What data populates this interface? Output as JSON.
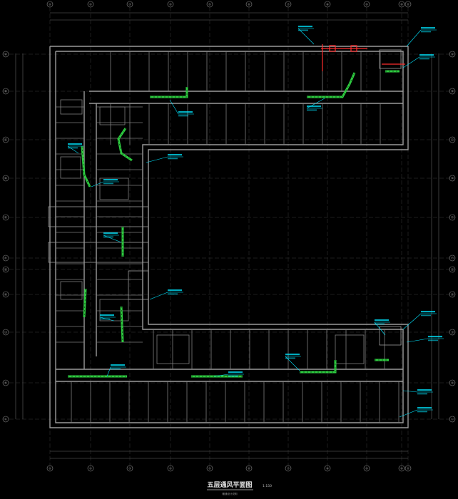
{
  "drawing": {
    "title": "五层通风平面图",
    "scale": "1:150",
    "subtitle": "暖通设计说明"
  },
  "grid": {
    "top_axes": [
      "①",
      "②",
      "③",
      "④",
      "⑤",
      "⑥",
      "⑦",
      "⑧",
      "⑨",
      "⑩",
      "⑪"
    ],
    "left_axes": [
      "Ⓐ",
      "Ⓑ",
      "Ⓒ",
      "Ⓓ",
      "Ⓔ",
      "Ⓕ",
      "Ⓖ",
      "Ⓗ",
      "Ⓙ",
      "Ⓚ",
      "Ⓛ"
    ]
  },
  "colors": {
    "background": "#000000",
    "walls": "#9a9a9a",
    "grid": "#777777",
    "duct": "#2ecc40",
    "annotation": "#00e5ff",
    "fan": "#ff2d2d"
  }
}
